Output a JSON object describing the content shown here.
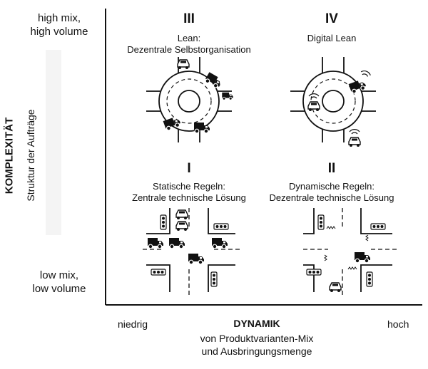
{
  "y_axis": {
    "top_label": [
      "high mix,",
      "high volume"
    ],
    "bottom_label": [
      "low mix,",
      "low volume"
    ],
    "title": "KOMPLEXITÄT",
    "subtitle": "Struktur der Aufträge"
  },
  "x_axis": {
    "left_label": "niedrig",
    "right_label": "hoch",
    "title": "DYNAMIK",
    "subtitle": [
      "von Produktvarianten-Mix",
      "und Ausbringungsmenge"
    ]
  },
  "quadrants": [
    {
      "id": "III",
      "numeral": "III",
      "label": [
        "Lean:",
        "Dezentrale Selbstorganisation"
      ],
      "icon": "roundabout-trucks"
    },
    {
      "id": "IV",
      "numeral": "IV",
      "label": [
        "Digital Lean"
      ],
      "icon": "roundabout-connected-vehicles"
    },
    {
      "id": "I",
      "numeral": "I",
      "label": [
        "Statische Regeln:",
        "Zentrale technische Lösung"
      ],
      "icon": "intersection-traffic-lights-congested"
    },
    {
      "id": "II",
      "numeral": "II",
      "label": [
        "Dynamische Regeln:",
        "Dezentrale technische Lösung"
      ],
      "icon": "intersection-smart-traffic-lights"
    }
  ]
}
